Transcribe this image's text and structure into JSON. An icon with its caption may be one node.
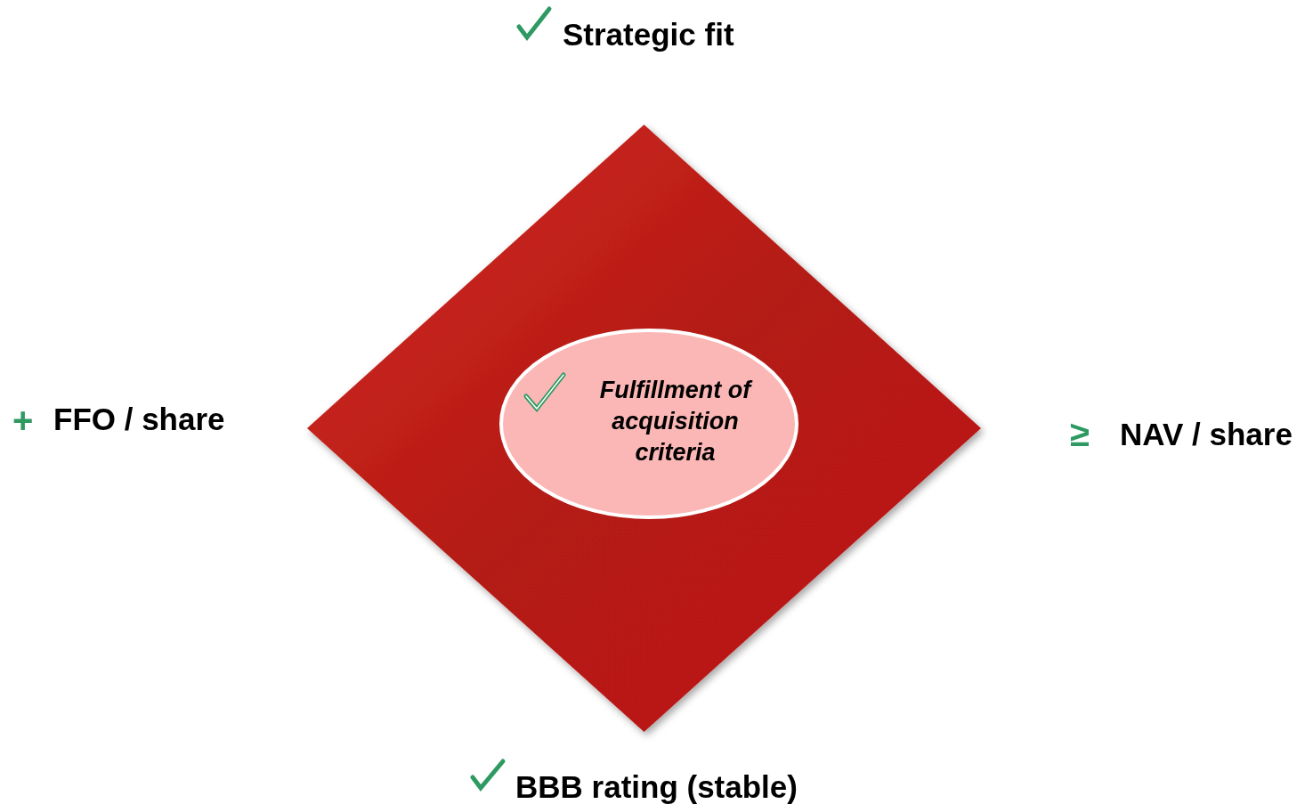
{
  "diagram": {
    "nodes": [
      {
        "text": [],
        "shape": "diamond"
      },
      {
        "text": [
          "Fulfillment of acquisition criteria"
        ],
        "in": 0
      }
    ],
    "labels": [
      "Strategic fit",
      "+",
      "FFO / share",
      "≥",
      "NAV / share",
      "BBB rating (stable)"
    ]
  }
}
